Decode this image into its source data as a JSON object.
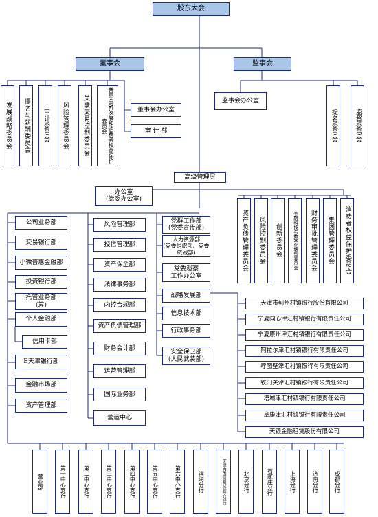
{
  "top": "股东大会",
  "board": "董事会",
  "supervisory": "监事会",
  "board_committees": [
    "发展战略委员会",
    "提名与薪酬委员会",
    "审计委员会",
    "风险管理委员会",
    "关联交易控制委员会"
  ],
  "board_committee_multi": [
    "普惠金融发展和消费者权益保护委员会"
  ],
  "board_office": "董事会办公室",
  "board_audit": "审 计 部",
  "sup_office": "监事会办公室",
  "sup_committees": [
    "提名委员会",
    "监督委员会"
  ],
  "senior": "高级管理层",
  "general_office": "办公室\n(党委办公室)",
  "mgmt_committees": [
    "资产负债管理委员会",
    "风险控制委员会",
    "创新委员会",
    "金融科技与数字化转型委员会",
    "财务审批管理委员会",
    "集团管理委员会",
    "消费者权益保护委员会"
  ],
  "col1": [
    "公司业务部",
    "交易银行部",
    "小微普惠金融部",
    "投资银行部",
    "托管业务部\n(筹)",
    "个人金融部",
    "信用卡部",
    "E天津银行部",
    "金融市场部",
    "资产管理部"
  ],
  "col2": [
    "风险管理部",
    "授信管理部",
    "资产保全部",
    "法律事务部",
    "内控合规部",
    "资产负债管理部",
    "财务会计部",
    "运营管理部",
    "国际业务部",
    "营运中心"
  ],
  "col3": [
    "党群工作部\n(党委宣传部)",
    "人力资源部\n(党委组织部、党委统战部)",
    "党委巡察\n工作办公室",
    "战略发展部",
    "信息技术部",
    "行政事务部",
    "安全保卫部\n(人民武装部)"
  ],
  "subsidiaries": [
    "天津市蓟州村镇银行股份有限公司",
    "宁夏同心津汇村镇银行有限责任公司",
    "宁夏原州津汇村镇银行有限责任公司",
    "阿拉尔津汇村镇银行有限责任公司",
    "呼图壁津汇村镇银行有限责任公司",
    "铁门关津汇村镇银行有限责任公司",
    "塔城津汇村镇银行有限责任公司",
    "阜康津汇村镇银行有限责任公司",
    "天银金融租赁股份有限公司"
  ],
  "branches": [
    "营业部",
    "第一中心支行",
    "第二中心支行",
    "第三中心支行",
    "第四中心支行",
    "第五中心支行",
    "第六中心支行",
    "滨海分行",
    "天津自由贸易试验区分行",
    "北京分行",
    "石家庄分行",
    "上海分行",
    "济南分行",
    "成都分行"
  ]
}
